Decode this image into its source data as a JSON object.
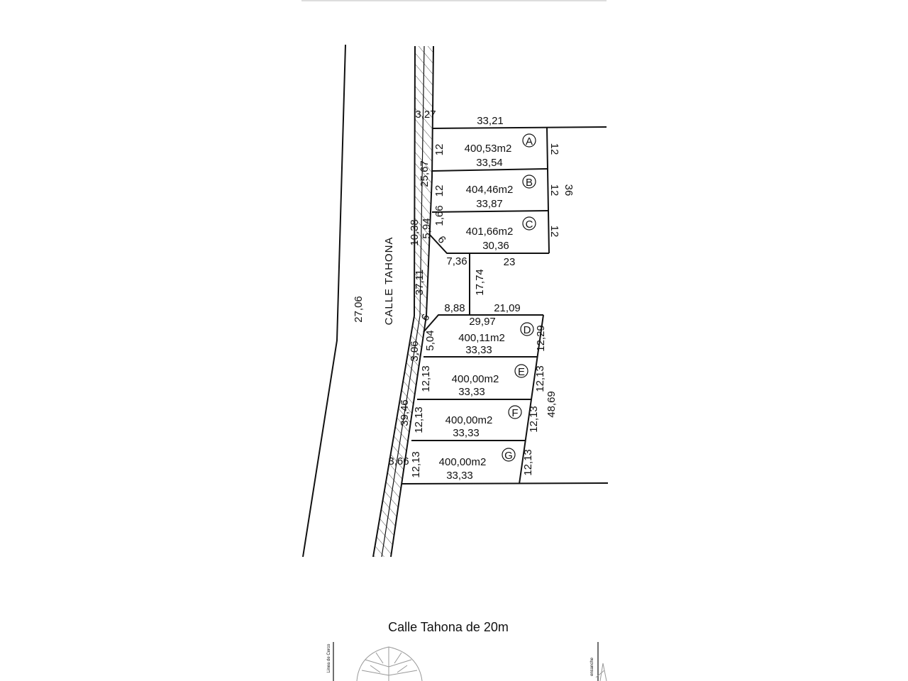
{
  "plan": {
    "street_label": "CALLE TAHONA",
    "caption": "Calle Tahona de 20m",
    "road_width_label": "27,06",
    "fence_label": "Linea de Cerco",
    "ensanche_label": "ensanche",
    "lots": [
      {
        "letter": "A",
        "area": "400,53m2",
        "depth": "33,54"
      },
      {
        "letter": "B",
        "area": "404,46m2",
        "depth": "33,87"
      },
      {
        "letter": "C",
        "area": "401,66m2",
        "depth": "30,36"
      },
      {
        "letter": "D",
        "area": "400,11m2",
        "depth": "33,33"
      },
      {
        "letter": "E",
        "area": "400,00m2",
        "depth": "33,33"
      },
      {
        "letter": "F",
        "area": "400,00m2",
        "depth": "33,33"
      },
      {
        "letter": "G",
        "area": "400,00m2",
        "depth": "33,33"
      }
    ],
    "dims": {
      "top_offset": "3,27",
      "top_edge": "33,21",
      "front_ab": "25,67",
      "a_front": "12",
      "a_back": "12",
      "b_front": "12",
      "b_back": "12",
      "back_total_abc": "36",
      "c_front_short": "1,66",
      "c_front_chamfer": "5,94",
      "c_back": "12",
      "chamfer_c": "6",
      "front_upper_total": "10,38",
      "passage_left": "7,36",
      "passage_right": "23",
      "passage_length": "17,74",
      "front_passage": "37,11",
      "d_top_left": "8,88",
      "d_top_right": "21,09",
      "d_top_total": "29,97",
      "chamfer_d": "6",
      "d_front": "5,04",
      "d_back": "12,29",
      "offset_306": "3,06",
      "e_front": "12,13",
      "e_back": "12,13",
      "f_front": "12,13",
      "f_back": "12,13",
      "g_front": "12,13",
      "g_back": "12,13",
      "back_total_defg": "48,69",
      "front_lower_total": "39,46",
      "bottom_offset": "3,66"
    }
  }
}
